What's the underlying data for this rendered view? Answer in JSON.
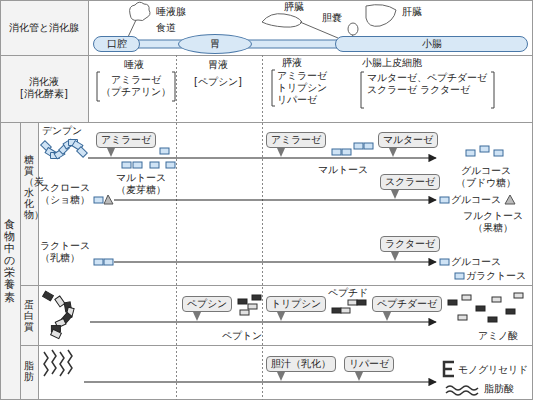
{
  "diagram": {
    "nodes": [
      {
        "text": [
          "口腔"
        ]
      },
      {
        "text": [
          "胃"
        ]
      },
      {
        "text": [
          "小腸"
        ]
      },
      {
        "text": [
          "アミラーゼ"
        ]
      },
      {
        "text": [
          "アミラーゼ"
        ]
      },
      {
        "text": [
          "マルターゼ"
        ]
      },
      {
        "text": [
          "スクラーゼ"
        ]
      },
      {
        "text": [
          "ラクターゼ"
        ]
      },
      {
        "text": [
          "ペプシン"
        ]
      },
      {
        "text": [
          "トリプシン"
        ]
      },
      {
        "text": [
          "ペプチダーゼ"
        ]
      },
      {
        "text": [
          "胆汁（乳化）"
        ]
      },
      {
        "text": [
          "リパーゼ"
        ]
      }
    ],
    "labels": [
      "消化管と消化腺",
      "唾液腺",
      "食道",
      "膵臓",
      "胆嚢",
      "肝臓",
      "消化液 [消化酵素]",
      "唾液",
      "アミラーゼ （プチアリン）",
      "胃液",
      "[ペプシン]",
      "膵液",
      "アミラーゼ トリプシン リパーゼ",
      "小腸上皮細胞",
      "マルターゼ、ペプチダーゼ スクラーゼ ラクターゼ",
      "食物中の栄養素",
      "糖質（炭水化物）",
      "蛋白質",
      "脂肪",
      "デンプン",
      "マルトース （麦芽糖）",
      "マルトース",
      "グルコース （ブドウ糖）",
      "スクロース （ショ糖）",
      "グルコース",
      "フルクトース （果糖）",
      "ラクトース （乳糖）",
      "グルコース",
      "ガラクトース",
      "ペプトン",
      "ペプチド",
      "アミノ酸",
      "モノグリセリド",
      "脂肪酸"
    ]
  }
}
